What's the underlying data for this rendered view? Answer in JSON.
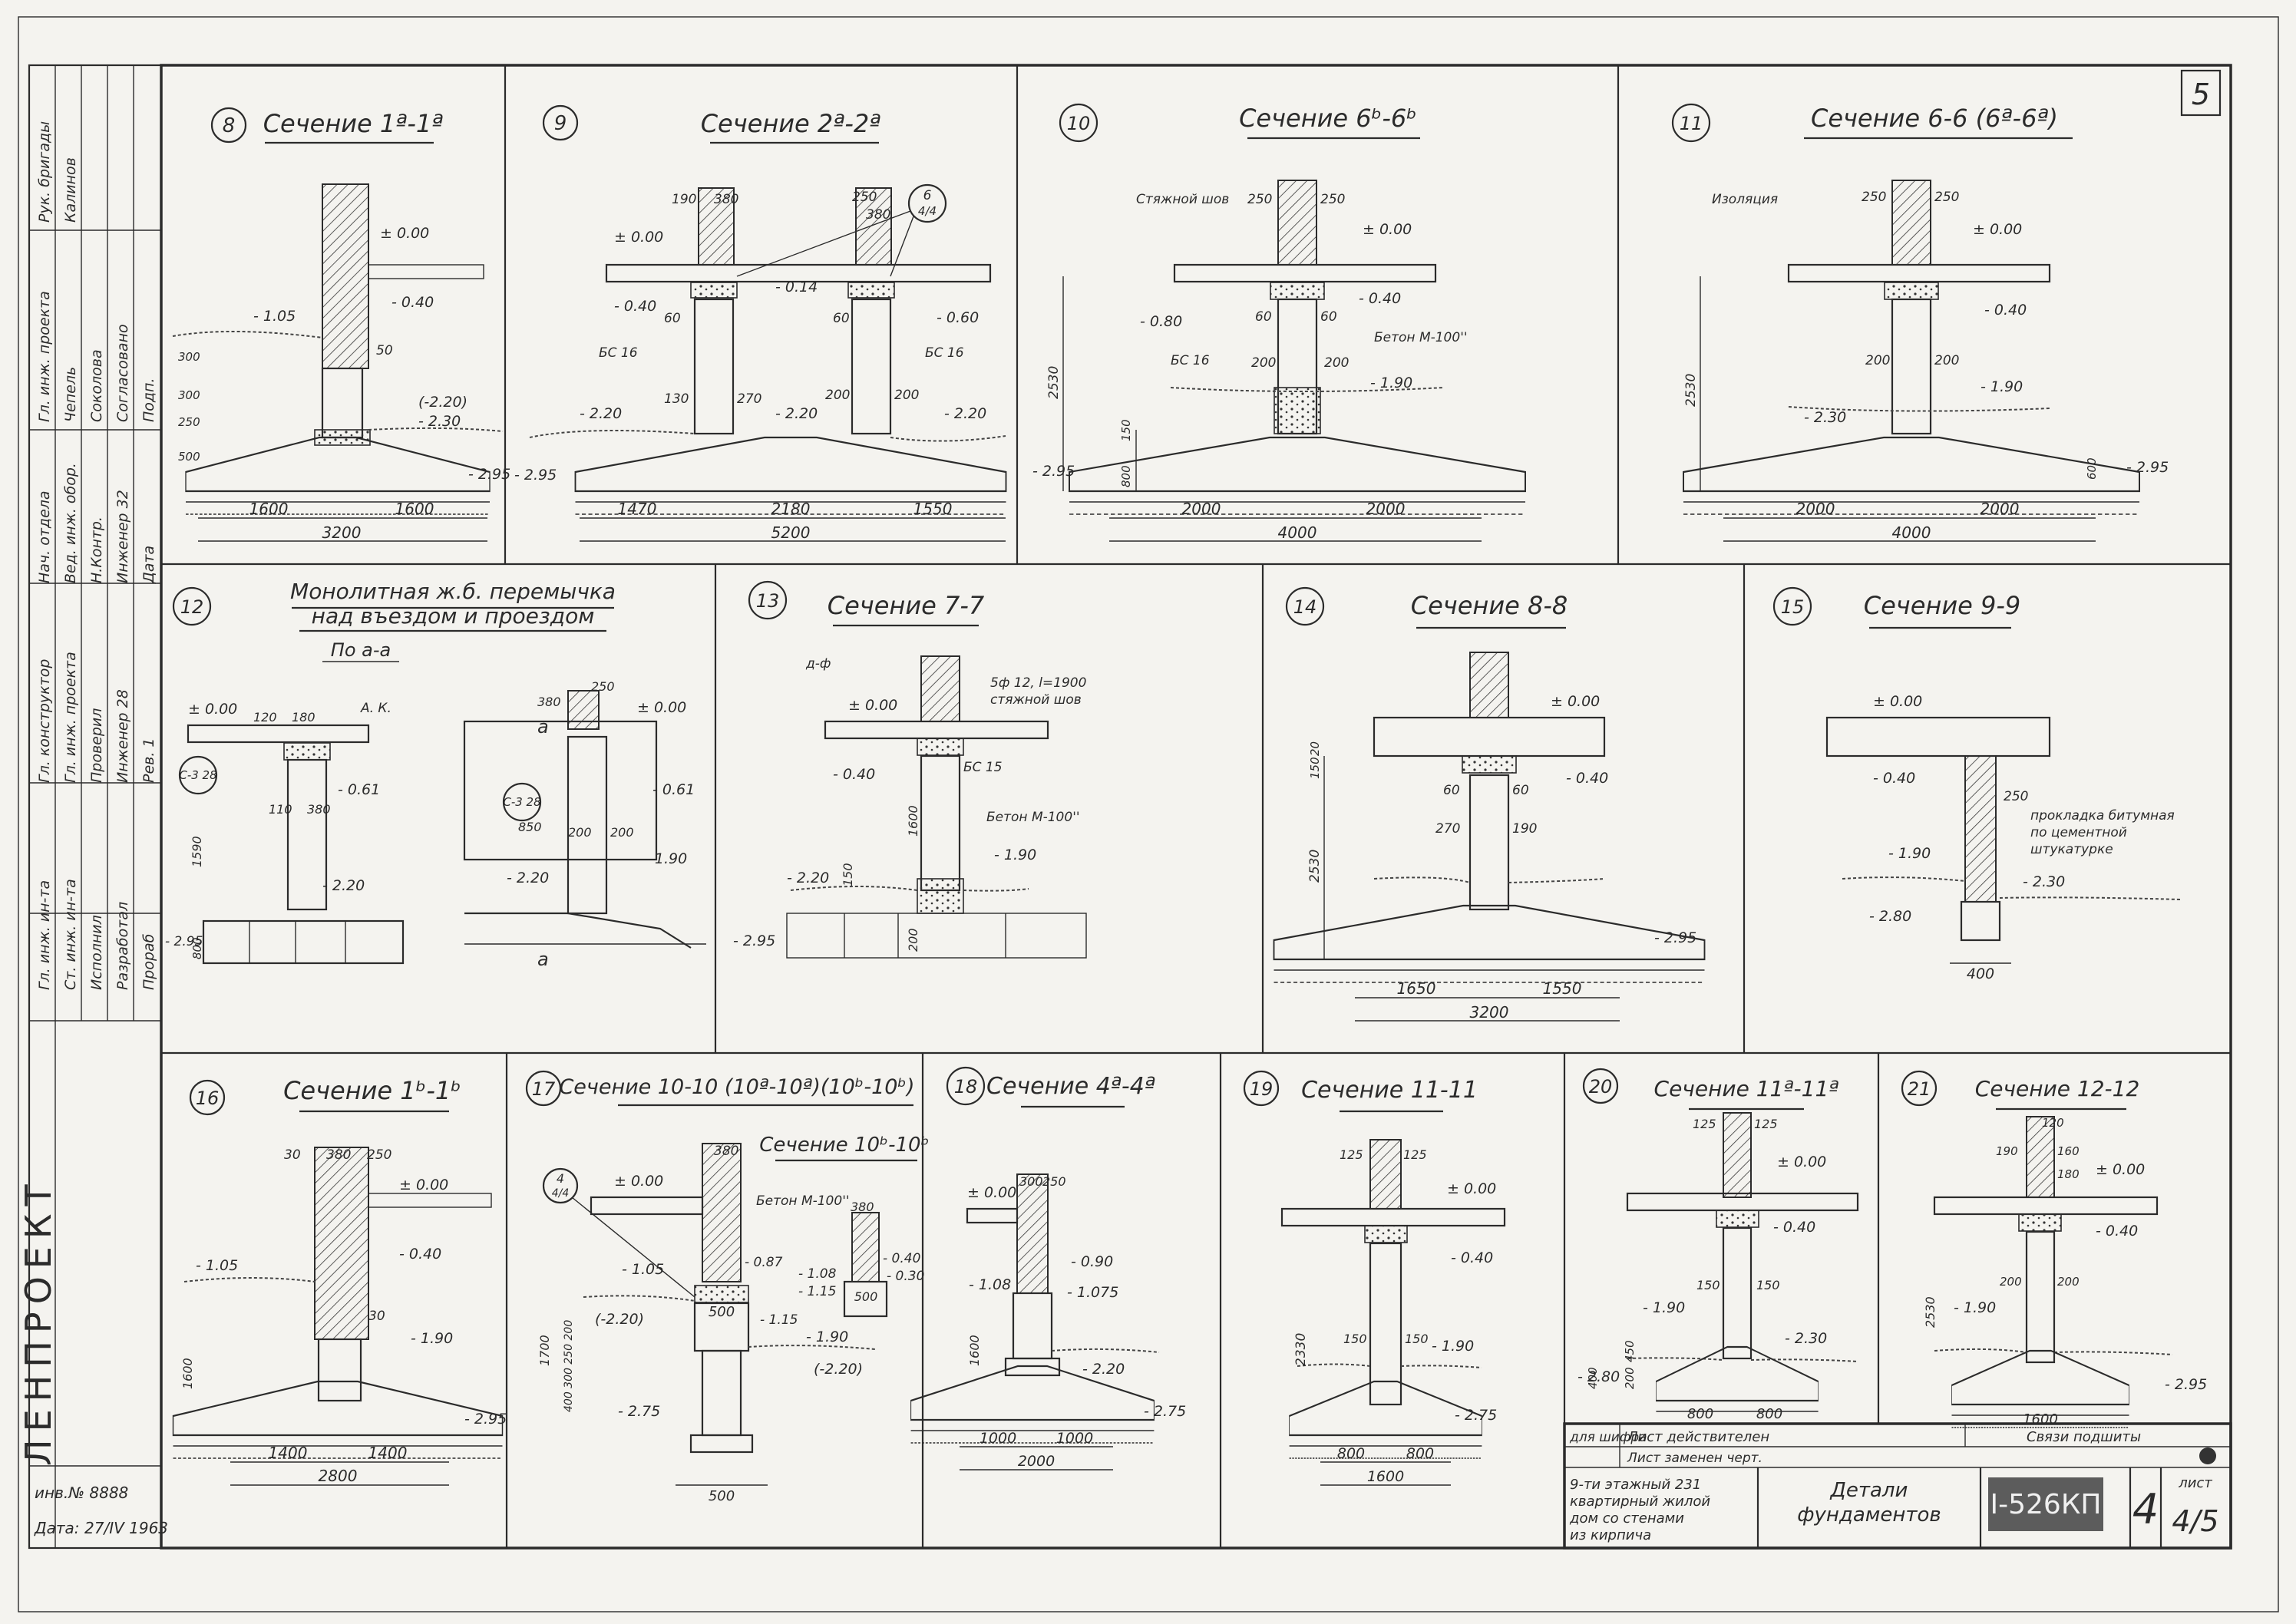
{
  "sheet": {
    "corner_number": "5",
    "org": "ЛЕНПРОЕКТ",
    "inv": "инв.№ 8888",
    "date_label": "Дата:",
    "date": "27/IV 1963"
  },
  "stamp_strips": [
    {
      "cells": [
        "Гл. инж. ин-та",
        "Гл. конструктор",
        "Нач. отдела",
        "Гл. инж. проекта",
        "Рук. бригады"
      ]
    },
    {
      "cells": [
        "Ст. инж. ин-та",
        "Гл. инж. проекта",
        "Вед. инж. обор.",
        "Чепель",
        "Калинов"
      ]
    },
    {
      "cells": [
        "Исполнил",
        "Проверил",
        "Н.Контр.",
        "Соколова"
      ]
    },
    {
      "cells": [
        "Разработал",
        "Инженер 28",
        "Инженер 32",
        "Согласовано"
      ]
    },
    {
      "cells": [
        "Прораб",
        "Рев. 1",
        "Дата",
        "Подп."
      ]
    }
  ],
  "sections": [
    {
      "num": "8",
      "title": "Сечение 1ª-1ª",
      "dims": [
        "1600",
        "1600",
        "3200"
      ],
      "elev": [
        "± 0.00",
        "- 0.40",
        "- 1.05",
        "(-2.20)",
        "- 2.30",
        "- 2.95"
      ],
      "notes": [
        "50",
        "300",
        "300",
        "250",
        "500"
      ]
    },
    {
      "num": "9",
      "title": "Сечение 2ª-2ª",
      "dims": [
        "1470",
        "2180",
        "1550",
        "5200"
      ],
      "elev": [
        "± 0.00",
        "- 0.40",
        "- 0.14",
        "- 0.60",
        "- 2.20",
        "- 2.20",
        "- 2.20",
        "- 2.95"
      ],
      "notes": [
        "190",
        "380",
        "250",
        "380",
        "БС 16",
        "БС 16",
        "130",
        "270",
        "200",
        "200",
        "60",
        "60"
      ],
      "callout": [
        "6",
        "4/4"
      ]
    },
    {
      "num": "10",
      "title": "Сечение 6ᵇ-6ᵇ",
      "dims": [
        "2000",
        "2000",
        "4000"
      ],
      "elev": [
        "± 0.00",
        "- 0.40",
        "- 0.80",
        "- 1.90",
        "- 2.95"
      ],
      "notes": [
        "Стяжной шов",
        "250",
        "250",
        "60",
        "60",
        "БС 16",
        "200",
        "200",
        "2530",
        "Бетон М-100''",
        "800",
        "150"
      ]
    },
    {
      "num": "11",
      "title": "Сечение 6-6 (6ª-6ª)",
      "dims": [
        "2000",
        "2000",
        "4000"
      ],
      "elev": [
        "± 0.00",
        "- 0.40",
        "- 1.90",
        "- 2.30",
        "- 2.95"
      ],
      "notes": [
        "Изоляция",
        "250",
        "250",
        "200",
        "200",
        "2530",
        "600"
      ]
    },
    {
      "num": "12",
      "title": "Монолитная ж.б. перемычка",
      "subtitle": "над въездом и проездом",
      "sub2": "По а-а",
      "elev": [
        "± 0.00",
        "± 0.00",
        "- 0.61",
        "- 0.61",
        "- 2.20",
        "- 2.20",
        "- 1.90",
        "- 2.95"
      ],
      "notes": [
        "А. К.",
        "120",
        "180",
        "110",
        "380",
        "1590",
        "380",
        "250",
        "200",
        "200",
        "850",
        "800"
      ],
      "callouts": [
        "С-3 28",
        "С-3 28"
      ],
      "sec": "а"
    },
    {
      "num": "13",
      "title": "Сечение 7-7",
      "elev": [
        "± 0.00",
        "- 0.40",
        "- 2.20",
        "- 1.90",
        "- 2.95"
      ],
      "notes": [
        "5ф 12, l=1900",
        "стяжной шов",
        "БС 15",
        "Бетон М-100''",
        "1600",
        "150",
        "200",
        "д-ф"
      ]
    },
    {
      "num": "14",
      "title": "Сечение 8-8",
      "dims": [
        "1650",
        "1550",
        "3200"
      ],
      "elev": [
        "± 0.00",
        "- 0.40",
        "- 2.95"
      ],
      "notes": [
        "60",
        "60",
        "270",
        "190",
        "2530",
        "150",
        "20"
      ]
    },
    {
      "num": "15",
      "title": "Сечение 9-9",
      "dims": [
        "400"
      ],
      "elev": [
        "± 0.00",
        "- 0.40",
        "- 1.90",
        "- 2.30",
        "- 2.80"
      ],
      "notes": [
        "250",
        "прокладка битумная",
        "по цементной",
        "штукатурке"
      ]
    },
    {
      "num": "16",
      "title": "Сечение 1ᵇ-1ᵇ",
      "dims": [
        "1400",
        "1400",
        "2800"
      ],
      "elev": [
        "± 0.00",
        "- 0.40",
        "- 1.05",
        "- 1.90",
        "- 2.95"
      ],
      "notes": [
        "30",
        "380",
        "250",
        "30",
        "1600"
      ]
    },
    {
      "num": "17",
      "title": "Сечение 10-10 (10ª-10ª)(10ᵇ-10ᵇ)",
      "subtitle": "Сечение 10ᵇ-10ᵇ",
      "dims": [
        "500",
        "500",
        "500"
      ],
      "elev": [
        "± 0.00",
        "- 0.87",
        "- 1.05",
        "- 1.15",
        "(-2.20)",
        "- 1.90",
        "(-2.20)",
        "- 2.75",
        "- 0.40",
        "- 0.30",
        "- 1.08",
        "- 1.15"
      ],
      "notes": [
        "380",
        "Бетон М-100''",
        "380",
        "1700",
        "400 300 250 200"
      ],
      "callout": [
        "4",
        "4/4"
      ]
    },
    {
      "num": "18",
      "title": "Сечение 4ª-4ª",
      "dims": [
        "1000",
        "1000",
        "2000"
      ],
      "elev": [
        "± 0.00",
        "- 1.08",
        "- 0.90",
        "- 1.075",
        "- 2.20",
        "- 2.75"
      ],
      "notes": [
        "300",
        "250",
        "1600"
      ]
    },
    {
      "num": "19",
      "title": "Сечение 11-11",
      "dims": [
        "800",
        "800",
        "1600"
      ],
      "elev": [
        "± 0.00",
        "- 0.40",
        "- 1.90",
        "- 2.75"
      ],
      "notes": [
        "125",
        "125",
        "150",
        "150",
        "2330"
      ]
    },
    {
      "num": "20",
      "title": "Сечение 11ª-11ª",
      "dims": [
        "800",
        "800"
      ],
      "elev": [
        "± 0.00",
        "- 0.40",
        "- 1.90",
        "- 2.30",
        "- 2.80"
      ],
      "notes": [
        "125",
        "125",
        "150",
        "150",
        "400",
        "450",
        "200"
      ]
    },
    {
      "num": "21",
      "title": "Сечение 12-12",
      "dims": [
        "1600"
      ],
      "elev": [
        "± 0.00",
        "- 0.40",
        "- 1.90",
        "- 2.95"
      ],
      "notes": [
        "120",
        "190",
        "160",
        "180",
        "200",
        "200",
        "2530"
      ]
    }
  ],
  "title_block": {
    "r1c1": "для шифра",
    "r1c2": "Лист действителен",
    "r1c3": "Связи подшиты",
    "r2c2": "Лист заменен черт.",
    "project": [
      "9-ти этажный 231",
      "квартирный жилой",
      "дом со стенами",
      "из кирпича"
    ],
    "sheet_title": [
      "Детали",
      "фундаментов"
    ],
    "code": "I-526КП",
    "letter": "4",
    "list_label": "лист",
    "list": "4/5"
  }
}
